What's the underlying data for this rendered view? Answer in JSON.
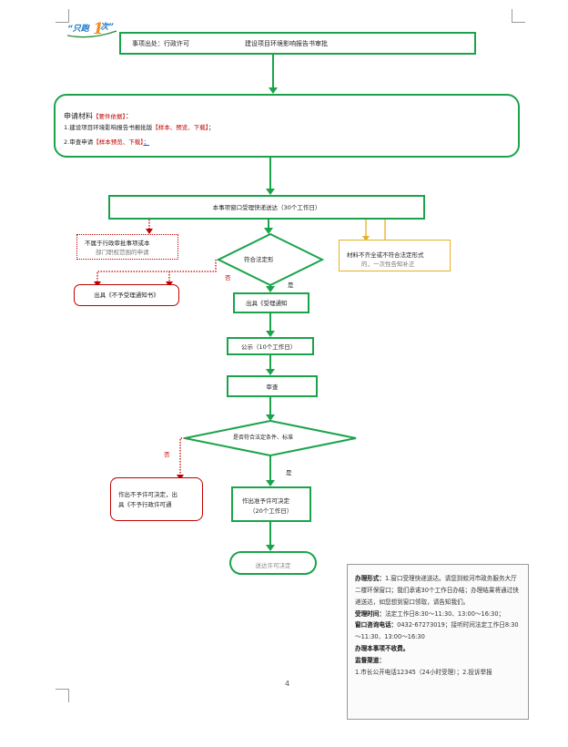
{
  "logo": {
    "text_left": "“只跑",
    "digit": "1",
    "text_right": "次”"
  },
  "page_number": "4",
  "top_box": {
    "label": "事项出处：行政许可",
    "value": "建设项目环境影响报告书审批"
  },
  "materials": {
    "title": "申请材料",
    "basis": "【要件依据】",
    "colon": "：",
    "item1_text": "1.建设项目环境影响报告书报批版",
    "item1_links": "【样本、预览、下载】",
    "item1_end": "；",
    "item2_text": "2.审查申请",
    "item2_links": "【样本预览、下载】",
    "item2_end": "；"
  },
  "accept_box": "本事项窗口受理快递送达（30个工作日）",
  "decision_legal": "符合法定形",
  "left_red_note": "不属于行政审批事项或本",
  "left_red_note2": "部门职权范围的申请",
  "not_accept_notice": "出具《不予受理通知书》",
  "label_no1": "否",
  "label_yes1": "是",
  "right_yellow_note": "材料不齐全或不符合法定形式",
  "right_yellow_note2": "的，一次性告知补正",
  "accept_notice": "出具《受理通知",
  "publicity": "公示（10个工作日）",
  "review": "审查",
  "decision_conditions": "是否符合法定条件、标准",
  "label_no2": "否",
  "label_yes2": "是",
  "deny_box_line1": "作出不予许可决定，出",
  "deny_box_line2": "具《不予行政许可通",
  "approve_box_line1": "作出准予许可决定",
  "approve_box_line2": "（20个工作日）",
  "end_box": "送达许可决定",
  "info": {
    "mode_title": "办理形式：",
    "mode_text": "1.窗口受理快递送达。请您到蛟河市政务服务大厅二楼环保窗口；我们承诺30个工作日办结；办理结果将通过快递送达，如您想到窗口领取，请告知我们。",
    "hours_title": "受理时间：",
    "hours_text": "法定工作日8:30～11:30、13:00～16:30；",
    "phone_title": "窗口咨询电话：",
    "phone_text": "0432-67273019；接听时间法定工作日8:30～11:30、13:00～16:30",
    "fee": "办理本事项不收费。",
    "supervise_title": "监督渠道：",
    "supervise_text": "1.市长公开电话12345（24小时受理）；2.投诉举报"
  },
  "colors": {
    "green": "#1aa34a",
    "red": "#c00000",
    "yellow": "#e8b020",
    "crop": "#9a9a9a"
  }
}
